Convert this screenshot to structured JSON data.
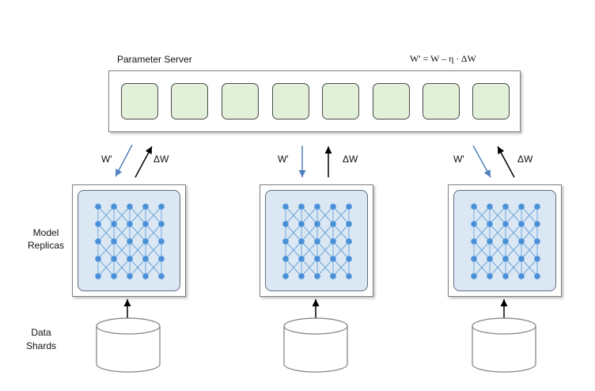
{
  "parameter_server": {
    "title": "Parameter Server",
    "update_rule": "W' = W – η · ΔW",
    "cell_count": 8,
    "cell_color": "#e2f0d9"
  },
  "labels": {
    "model_replicas_line1": "Model",
    "model_replicas_line2": "Replicas",
    "data_shards_line1": "Data",
    "data_shards_line2": "Shards"
  },
  "connections": [
    {
      "down_label": "W'",
      "up_label": "ΔW"
    },
    {
      "down_label": "W'",
      "up_label": "ΔW"
    },
    {
      "down_label": "W'",
      "up_label": "ΔW"
    }
  ],
  "colors": {
    "down_arrow": "#4f81bd",
    "up_arrow": "#000000",
    "replica_fill": "#dbe7f3",
    "neuron": "#4a90d9",
    "edge": "#6fa8dc"
  },
  "network": {
    "layer_sizes": [
      5,
      5,
      5,
      5,
      5
    ],
    "icon": "neural-network-icon"
  }
}
